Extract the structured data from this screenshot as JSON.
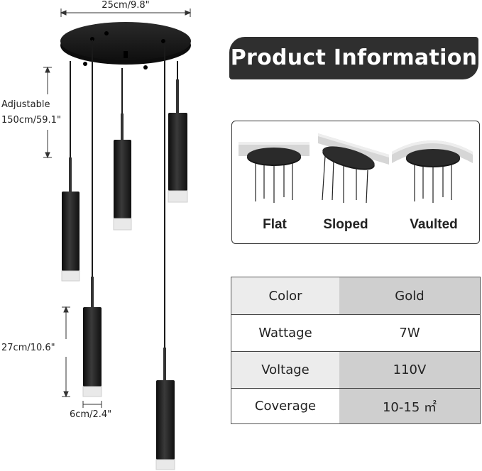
{
  "dimensions": {
    "canopy_width": "25cm/9.8\"",
    "adjustable_label": "Adjustable",
    "adjustable_length": "150cm/59.1\"",
    "shade_height": "27cm/10.6\"",
    "shade_diameter": "6cm/2.4\""
  },
  "banner": {
    "title": "Product Information"
  },
  "mounting": {
    "options": [
      {
        "label": "Flat"
      },
      {
        "label": "Sloped"
      },
      {
        "label": "Vaulted"
      }
    ]
  },
  "specs": {
    "rows": [
      {
        "key": "Color",
        "value": "Gold"
      },
      {
        "key": "Wattage",
        "value": "7W"
      },
      {
        "key": "Voltage",
        "value": "110V"
      },
      {
        "key": "Coverage",
        "value": "10-15 ㎡"
      }
    ]
  },
  "colors": {
    "banner_bg": "#2f2f2f",
    "fixture": "#1e1e1e",
    "table_key_bg": "#ececec",
    "table_value_bg": "#cfcfcf"
  }
}
